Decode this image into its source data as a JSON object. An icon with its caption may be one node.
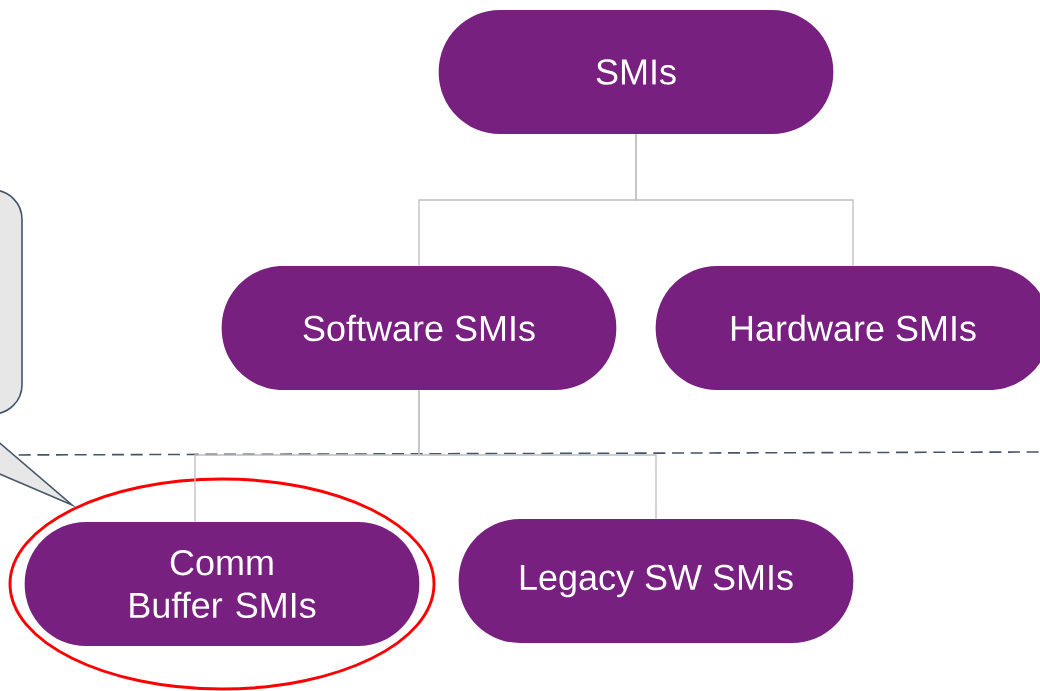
{
  "diagram": {
    "nodes": [
      {
        "text": [
          "SMIs"
        ]
      },
      {
        "text": [
          "Software SMIs"
        ]
      },
      {
        "text": [
          "Hardware SMIs"
        ]
      },
      {
        "text": [
          "Comm Buffer SMIs"
        ]
      },
      {
        "text": [
          "Legacy SW SMIs"
        ]
      },
      {
        "text": [],
        "shape": "box"
      }
    ],
    "edges": [
      {
        "from": 0,
        "to": 1,
        "arrow": "none"
      },
      {
        "from": 0,
        "to": 2,
        "arrow": "none"
      },
      {
        "from": 1,
        "to": 3,
        "arrow": "none"
      },
      {
        "from": 1,
        "to": 4,
        "arrow": "none"
      }
    ]
  }
}
